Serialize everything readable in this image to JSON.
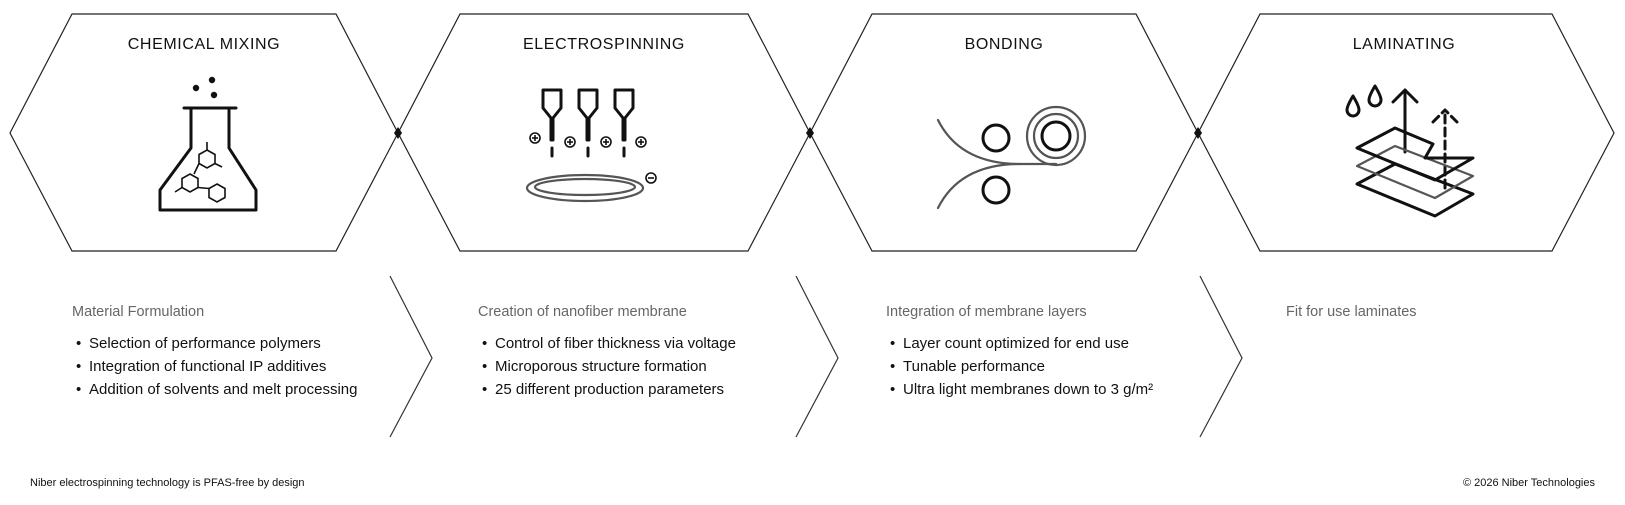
{
  "stages": [
    {
      "title": "CHEMICAL MIXING",
      "icon": "flask-icon",
      "heading": "Material Formulation",
      "bullets": [
        "Selection of performance polymers",
        "Integration of functional IP additives",
        "Addition of solvents and melt processing"
      ]
    },
    {
      "title": "ELECTROSPINNING",
      "icon": "nozzles-icon",
      "heading": "Creation of nanofiber membrane",
      "bullets": [
        "Control of fiber thickness via voltage",
        "Microporous structure formation",
        "25 different production parameters"
      ]
    },
    {
      "title": "BONDING",
      "icon": "rollers-icon",
      "heading": "Integration of membrane layers",
      "bullets": [
        "Layer count optimized for end use",
        "Tunable performance",
        "Ultra light membranes down to 3 g/m²"
      ]
    },
    {
      "title": "LAMINATING",
      "icon": "laminate-layers-icon",
      "heading": "Fit for use laminates",
      "bullets": []
    }
  ],
  "footer": {
    "left": "Niber electrospinning technology is PFAS-free by design",
    "right": "© 2026 Niber Technologies"
  },
  "colors": {
    "text": "#111111",
    "muted": "#666666",
    "outline": "#222222",
    "background": "#ffffff"
  }
}
